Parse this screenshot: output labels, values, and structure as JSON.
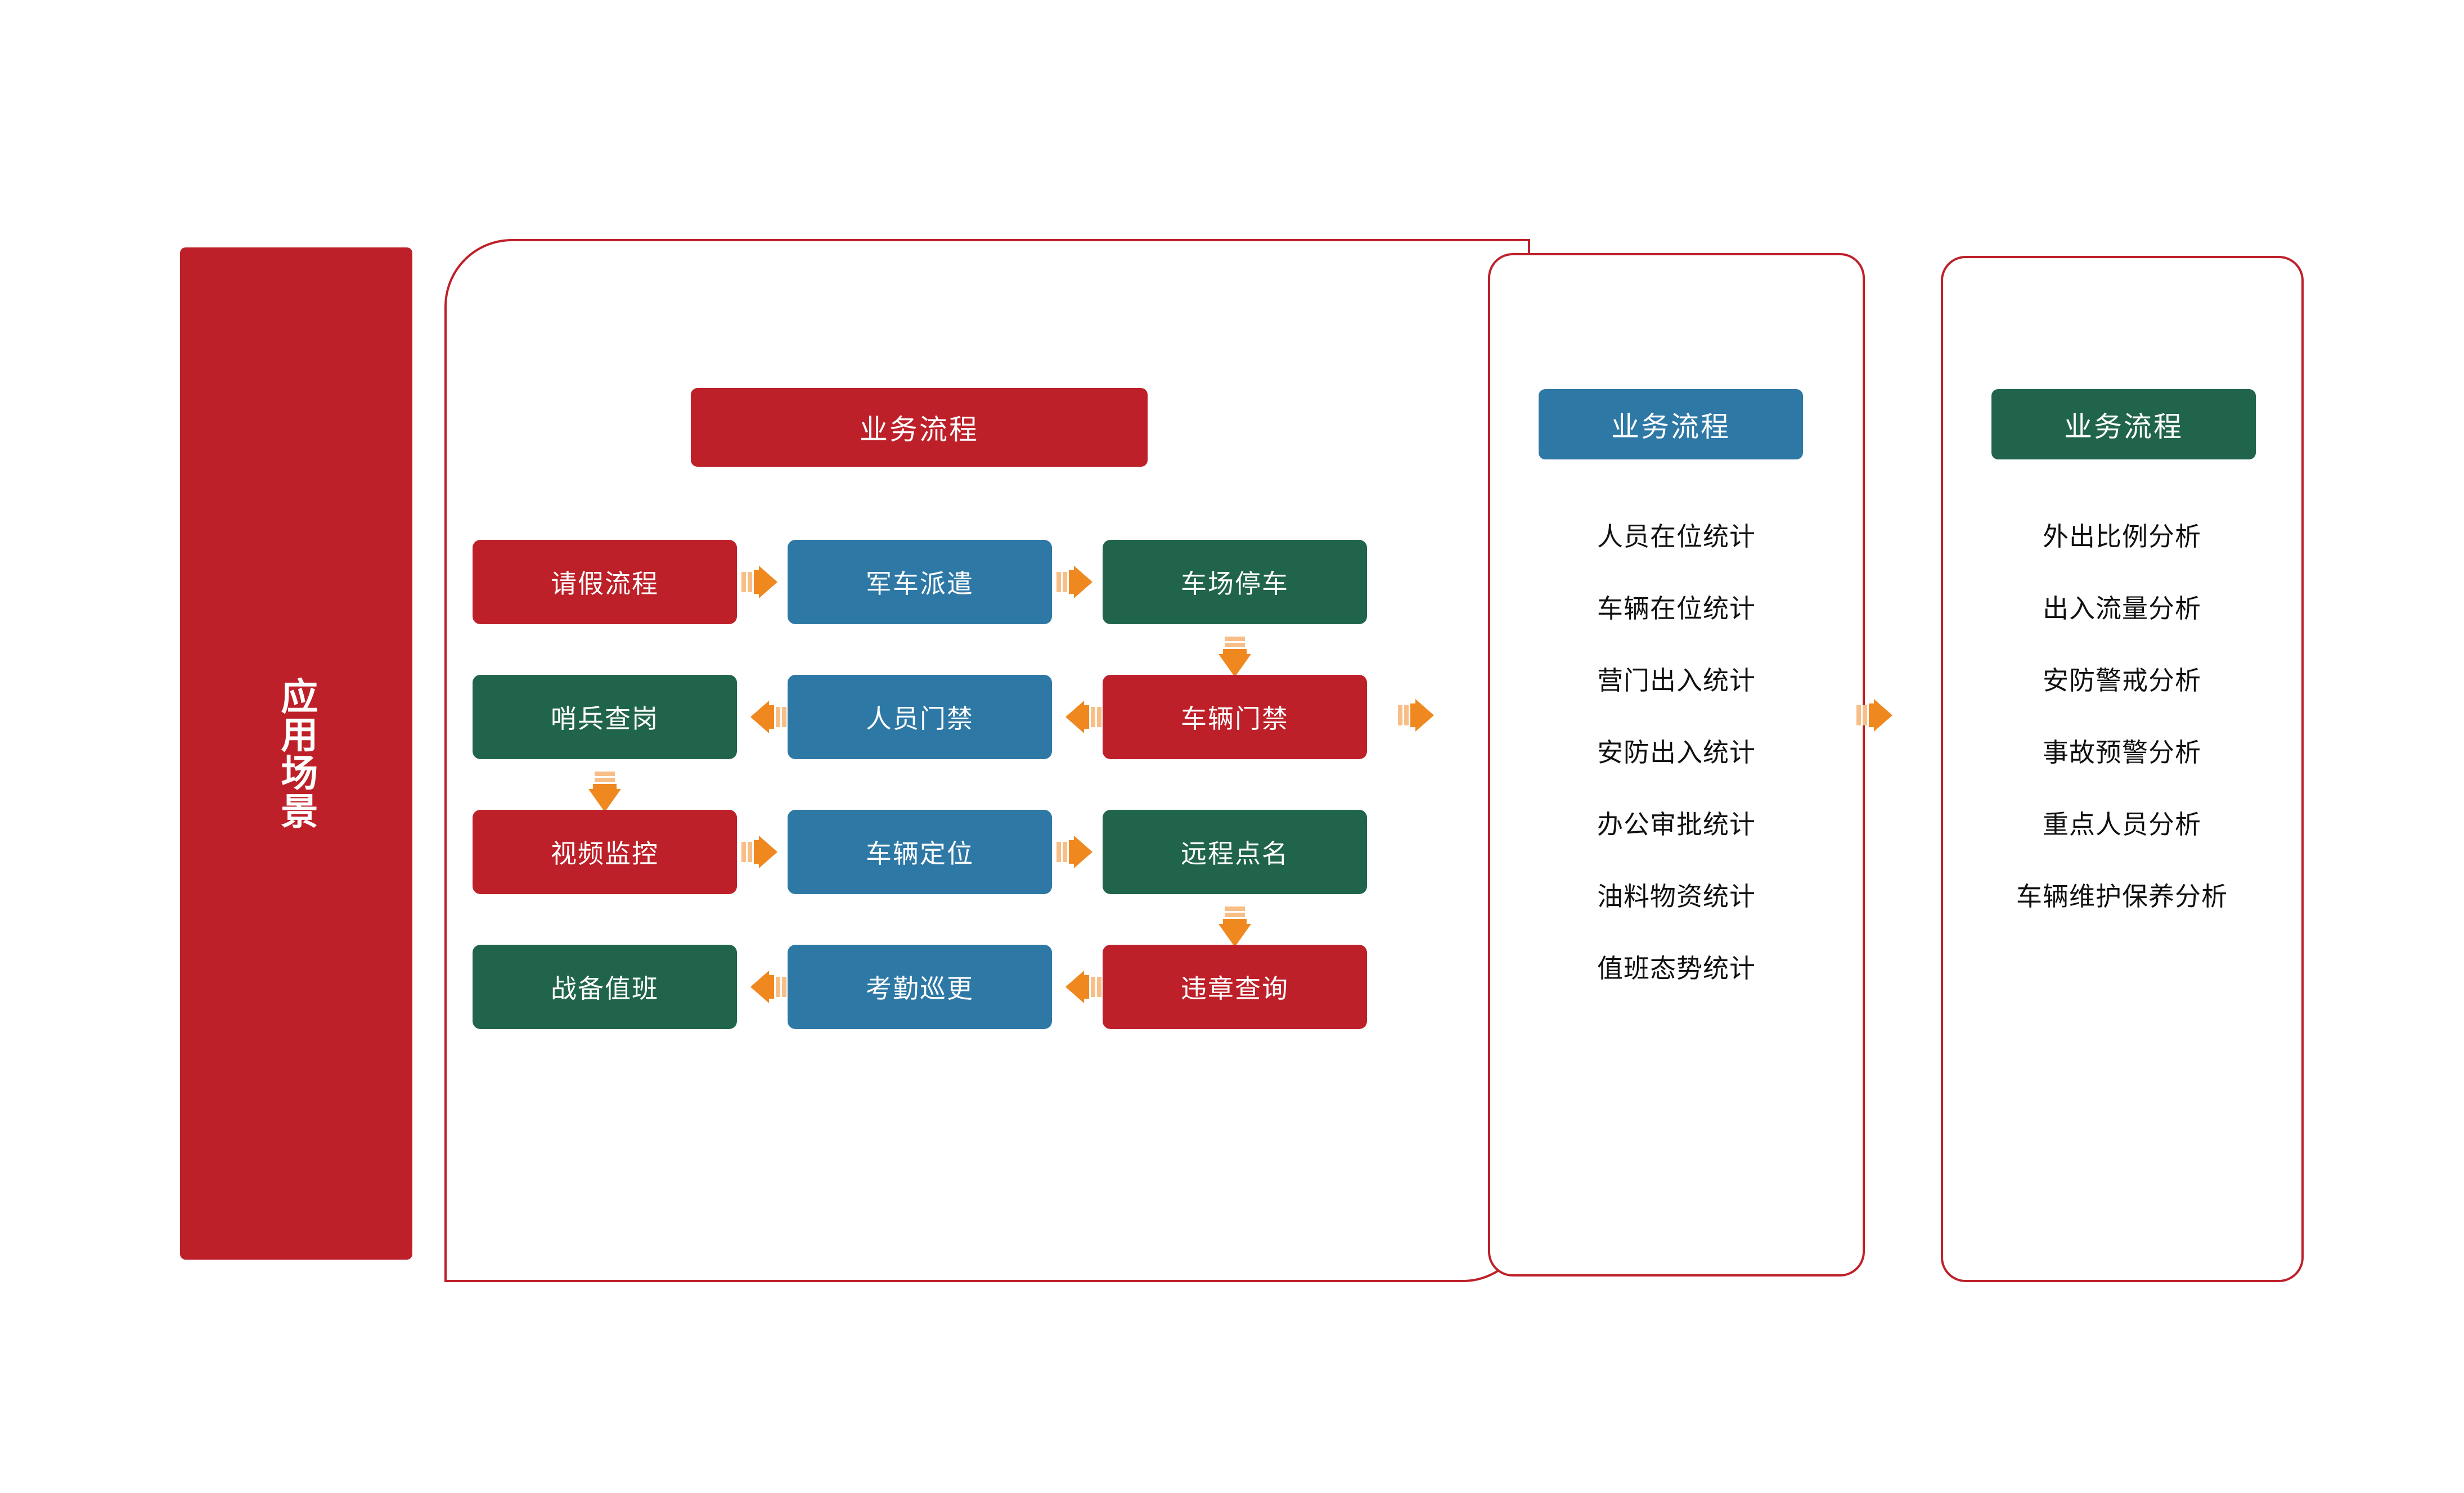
{
  "colors": {
    "red": "#BE2029",
    "blue": "#2E78A6",
    "green": "#20654B",
    "arrow_orange": "#F08820",
    "arrow_tail": "#F7BF87",
    "text_dark": "#111111",
    "white": "#FFFFFF",
    "background": "#FFFFFF"
  },
  "side_banner": {
    "label": "应用场景"
  },
  "main_panel": {
    "header": "业务流程",
    "rows": [
      {
        "direction": "right",
        "nodes": [
          {
            "label": "请假流程",
            "color": "red"
          },
          {
            "label": "军车派遣",
            "color": "blue"
          },
          {
            "label": "车场停车",
            "color": "green"
          }
        ]
      },
      {
        "direction": "left",
        "nodes": [
          {
            "label": "哨兵查岗",
            "color": "green"
          },
          {
            "label": "人员门禁",
            "color": "blue"
          },
          {
            "label": "车辆门禁",
            "color": "red"
          }
        ]
      },
      {
        "direction": "right",
        "nodes": [
          {
            "label": "视频监控",
            "color": "red"
          },
          {
            "label": "车辆定位",
            "color": "blue"
          },
          {
            "label": "远程点名",
            "color": "green"
          }
        ]
      },
      {
        "direction": "left",
        "nodes": [
          {
            "label": "战备值班",
            "color": "green"
          },
          {
            "label": "考勤巡更",
            "color": "blue"
          },
          {
            "label": "违章查询",
            "color": "red"
          }
        ]
      }
    ]
  },
  "panel_2": {
    "header": "业务流程",
    "items": [
      "人员在位统计",
      "车辆在位统计",
      "营门出入统计",
      "安防出入统计",
      "办公审批统计",
      "油料物资统计",
      "值班态势统计"
    ]
  },
  "panel_3": {
    "header": "业务流程",
    "items": [
      "外出比例分析",
      "出入流量分析",
      "安防警戒分析",
      "事故预警分析",
      "重点人员分析",
      "车辆维护保养分析"
    ]
  },
  "icons": {
    "arrow_right": "arrow-right-icon",
    "arrow_left": "arrow-left-icon",
    "arrow_down": "arrow-down-icon"
  }
}
